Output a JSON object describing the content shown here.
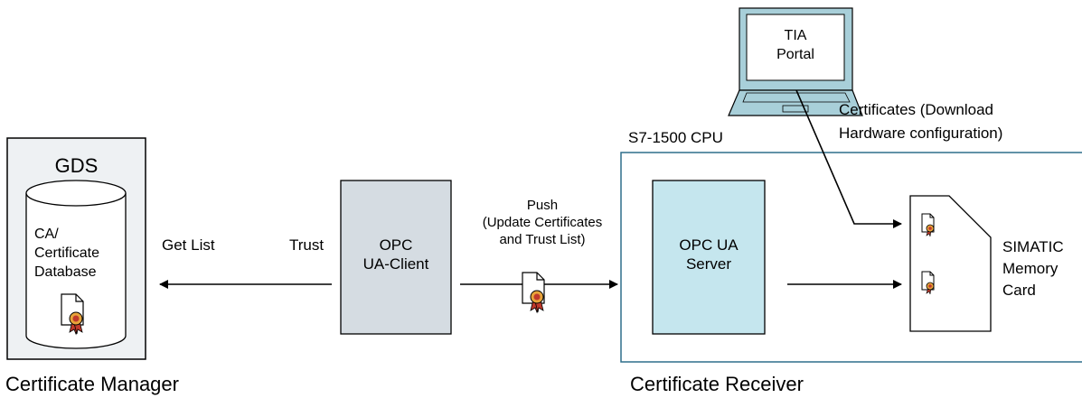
{
  "gds": {
    "title": "GDS",
    "database_lines": [
      "CA/",
      "Certificate",
      "Database"
    ],
    "caption": "Certificate Manager"
  },
  "flow": {
    "get_list": "Get List",
    "trust": "Trust",
    "push_lines": [
      "Push",
      "(Update Certificates",
      "and Trust List)"
    ]
  },
  "client": {
    "lines": [
      "OPC",
      "UA-Client"
    ]
  },
  "cpu": {
    "title": "S7-1500 CPU",
    "server_lines": [
      "OPC UA",
      "Server"
    ],
    "caption": "Certificate Receiver"
  },
  "memory_card": {
    "lines": [
      "SIMATIC",
      "Memory",
      "Card"
    ]
  },
  "tia": {
    "screen_lines": [
      "TIA",
      "Portal"
    ],
    "download_lines": [
      "Certificates (Download",
      "Hardware configuration)"
    ]
  },
  "colors": {
    "gds_fill": "#eef1f3",
    "client_fill": "#d5dce2",
    "server_fill": "#c5e6ee",
    "cpu_border": "#2f6e8c",
    "laptop_screen": "#ffffff",
    "laptop_body": "#a8cfd9",
    "seal": "#e8a33a",
    "ribbon": "#c0392b"
  }
}
